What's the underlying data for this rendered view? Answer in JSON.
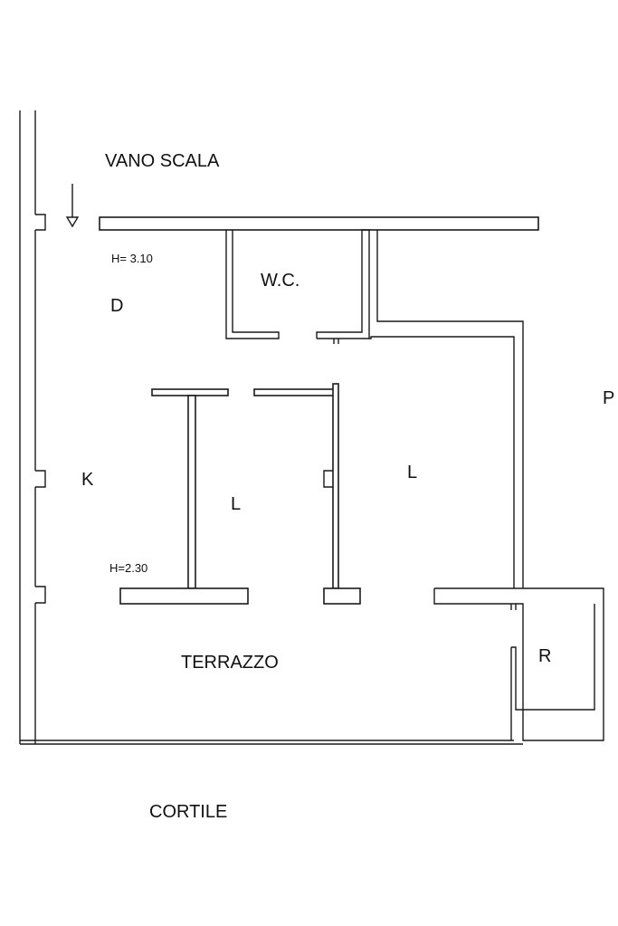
{
  "labels": {
    "vano_scala": "VANO SCALA",
    "h_upper": "H= 3.10",
    "wc": "W.C.",
    "d": "D",
    "p": "P",
    "k": "K",
    "l_center": "L",
    "l_right": "L",
    "h_lower": "H=2.30",
    "terrazzo": "TERRAZZO",
    "r": "R",
    "cortile": "CORTILE"
  }
}
